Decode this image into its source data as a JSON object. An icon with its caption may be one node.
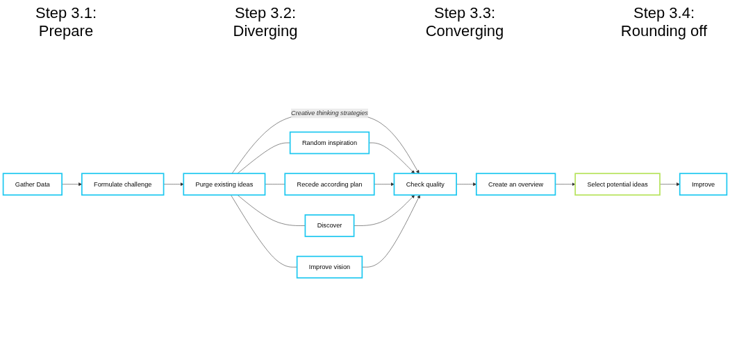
{
  "diagram": {
    "nodes": [
      {
        "text": [
          "Gather Data"
        ]
      },
      {
        "text": [
          "Formulate challenge"
        ]
      },
      {
        "text": [
          "Purge existing ideas"
        ]
      },
      {
        "text": [
          "Random inspiration"
        ]
      },
      {
        "text": [
          "Recede according plan"
        ]
      },
      {
        "text": [
          "Discover"
        ]
      },
      {
        "text": [
          "Improve vision"
        ]
      },
      {
        "text": [
          "Check quality"
        ]
      },
      {
        "text": [
          "Create an overview"
        ]
      },
      {
        "text": [
          "Select potential ideas"
        ]
      },
      {
        "text": [
          "Improve"
        ]
      }
    ],
    "edges": [
      {
        "from": 0,
        "to": 1,
        "arrow": "to"
      },
      {
        "from": 1,
        "to": 2,
        "arrow": "to"
      },
      {
        "from": 2,
        "to": 3,
        "arrow": "none"
      },
      {
        "from": 2,
        "to": 4,
        "arrow": "none"
      },
      {
        "from": 2,
        "to": 5,
        "arrow": "none"
      },
      {
        "from": 2,
        "to": 6,
        "arrow": "none"
      },
      {
        "from": 2,
        "to": 7,
        "arrow": "to",
        "label": "Creative thinking strategies"
      },
      {
        "from": 3,
        "to": 7,
        "arrow": "to"
      },
      {
        "from": 4,
        "to": 7,
        "arrow": "to"
      },
      {
        "from": 5,
        "to": 7,
        "arrow": "to"
      },
      {
        "from": 6,
        "to": 7,
        "arrow": "to"
      },
      {
        "from": 7,
        "to": 8,
        "arrow": "to"
      },
      {
        "from": 8,
        "to": 9,
        "arrow": "to"
      },
      {
        "from": 9,
        "to": 10,
        "arrow": "to"
      }
    ],
    "labels": [
      "Step 3.1: Prepare",
      "Step 3.2: Diverging",
      "Step 3.3: Converging",
      "Step 3.4: Rounding off"
    ]
  }
}
